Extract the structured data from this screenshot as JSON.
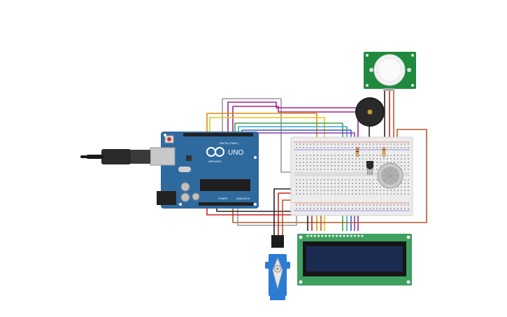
{
  "arduino": {
    "brand": "ARDUINO",
    "model": "UNO",
    "digital_header": "DIGITAL (PWM~)",
    "power_header": "POWER",
    "analog_header": "ANALOG IN",
    "board_color": "#2f6a9f"
  },
  "pir": {
    "board_color": "#1f8a3e"
  },
  "lcd": {
    "bezel_color": "#3fa060",
    "screen_color": "#1c2b52"
  },
  "servo": {
    "body_color": "#2c7cd6"
  },
  "wires": {
    "colors": [
      "#9a9a9a",
      "#a0248e",
      "#e08a0c",
      "#e8c21a",
      "#37a64a",
      "#35a7c9",
      "#3c58c4",
      "#8a3ab9",
      "#b05c27",
      "#cc2222",
      "#222222"
    ]
  }
}
